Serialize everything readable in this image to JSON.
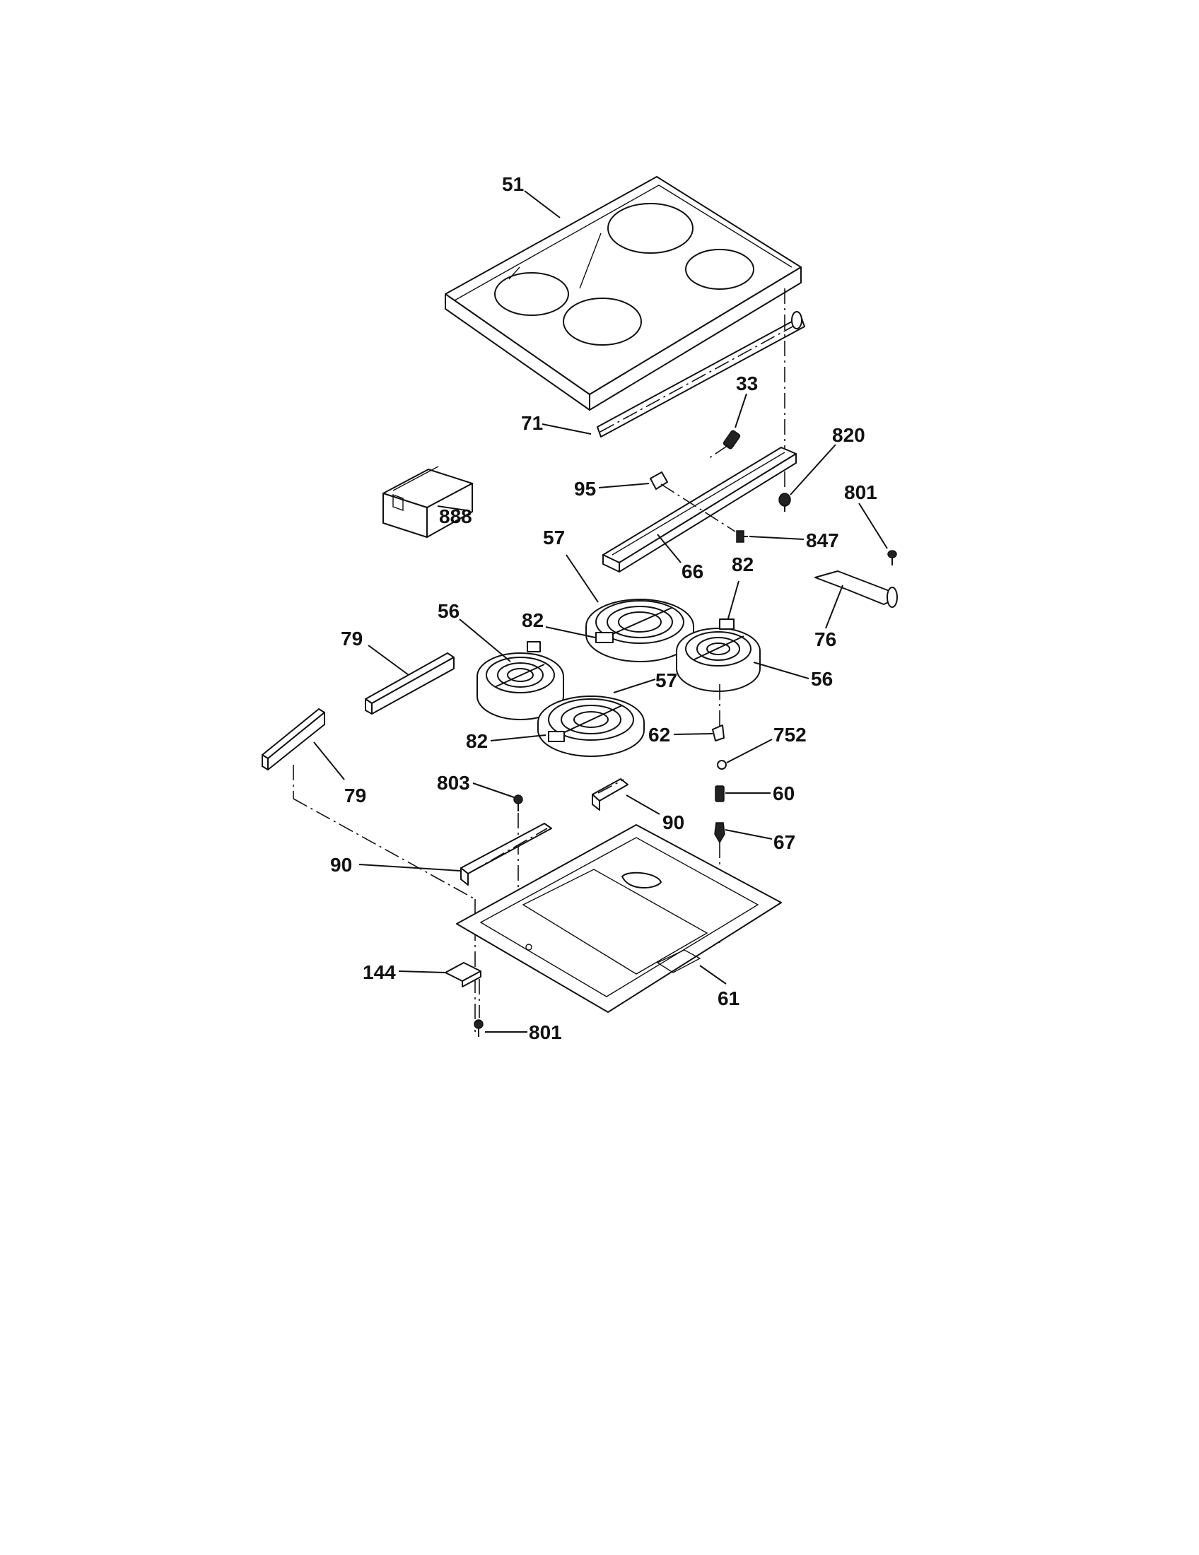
{
  "diagram": {
    "callouts": [
      {
        "id": "c51",
        "text": "51"
      },
      {
        "id": "c71",
        "text": "71"
      },
      {
        "id": "c33",
        "text": "33"
      },
      {
        "id": "c820",
        "text": "820"
      },
      {
        "id": "c888",
        "text": "888"
      },
      {
        "id": "c95",
        "text": "95"
      },
      {
        "id": "c801a",
        "text": "801"
      },
      {
        "id": "c847",
        "text": "847"
      },
      {
        "id": "c57a",
        "text": "57"
      },
      {
        "id": "c66",
        "text": "66"
      },
      {
        "id": "c82a",
        "text": "82"
      },
      {
        "id": "c56a",
        "text": "56"
      },
      {
        "id": "c82b",
        "text": "82"
      },
      {
        "id": "c76",
        "text": "76"
      },
      {
        "id": "c79a",
        "text": "79"
      },
      {
        "id": "c56b",
        "text": "56"
      },
      {
        "id": "c57b",
        "text": "57"
      },
      {
        "id": "c62",
        "text": "62"
      },
      {
        "id": "c752",
        "text": "752"
      },
      {
        "id": "c82c",
        "text": "82"
      },
      {
        "id": "c79b",
        "text": "79"
      },
      {
        "id": "c803",
        "text": "803"
      },
      {
        "id": "c60",
        "text": "60"
      },
      {
        "id": "c90a",
        "text": "90"
      },
      {
        "id": "c67",
        "text": "67"
      },
      {
        "id": "c90b",
        "text": "90"
      },
      {
        "id": "c144",
        "text": "144"
      },
      {
        "id": "c61",
        "text": "61"
      },
      {
        "id": "c801b",
        "text": "801"
      }
    ]
  }
}
